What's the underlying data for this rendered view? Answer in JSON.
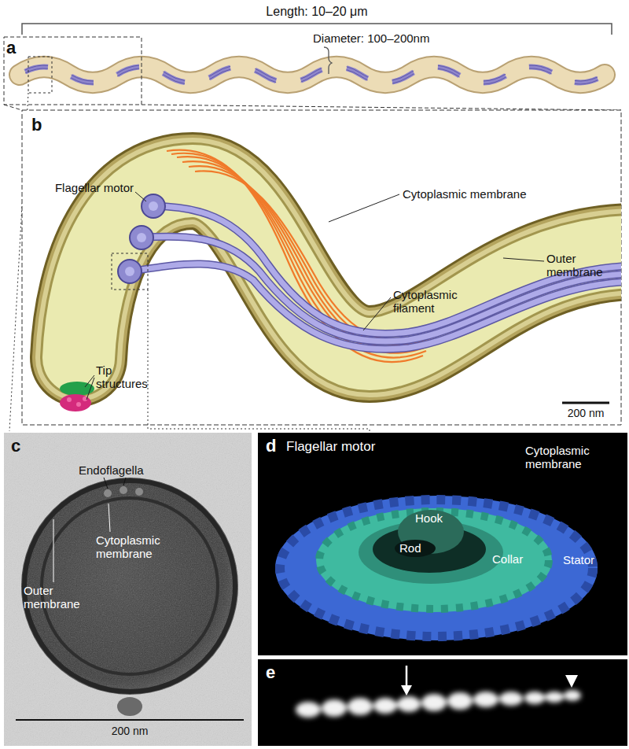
{
  "diagram": {
    "labels": [
      "a",
      "Length: 10–20 μm",
      "Diameter: 100–200nm",
      "b",
      "Flagellar motor",
      "Cytoplasmic membrane",
      "Outer membrane",
      "Cytoplasmic filament",
      "Tip structures",
      "200 nm",
      "c",
      "Endoflagella",
      "Cytoplasmic membrane",
      "Outer membrane",
      "200 nm",
      "d",
      "Flagellar motor",
      "Cytoplasmic membrane",
      "Hook",
      "Rod",
      "Collar",
      "Stator",
      "e"
    ]
  }
}
